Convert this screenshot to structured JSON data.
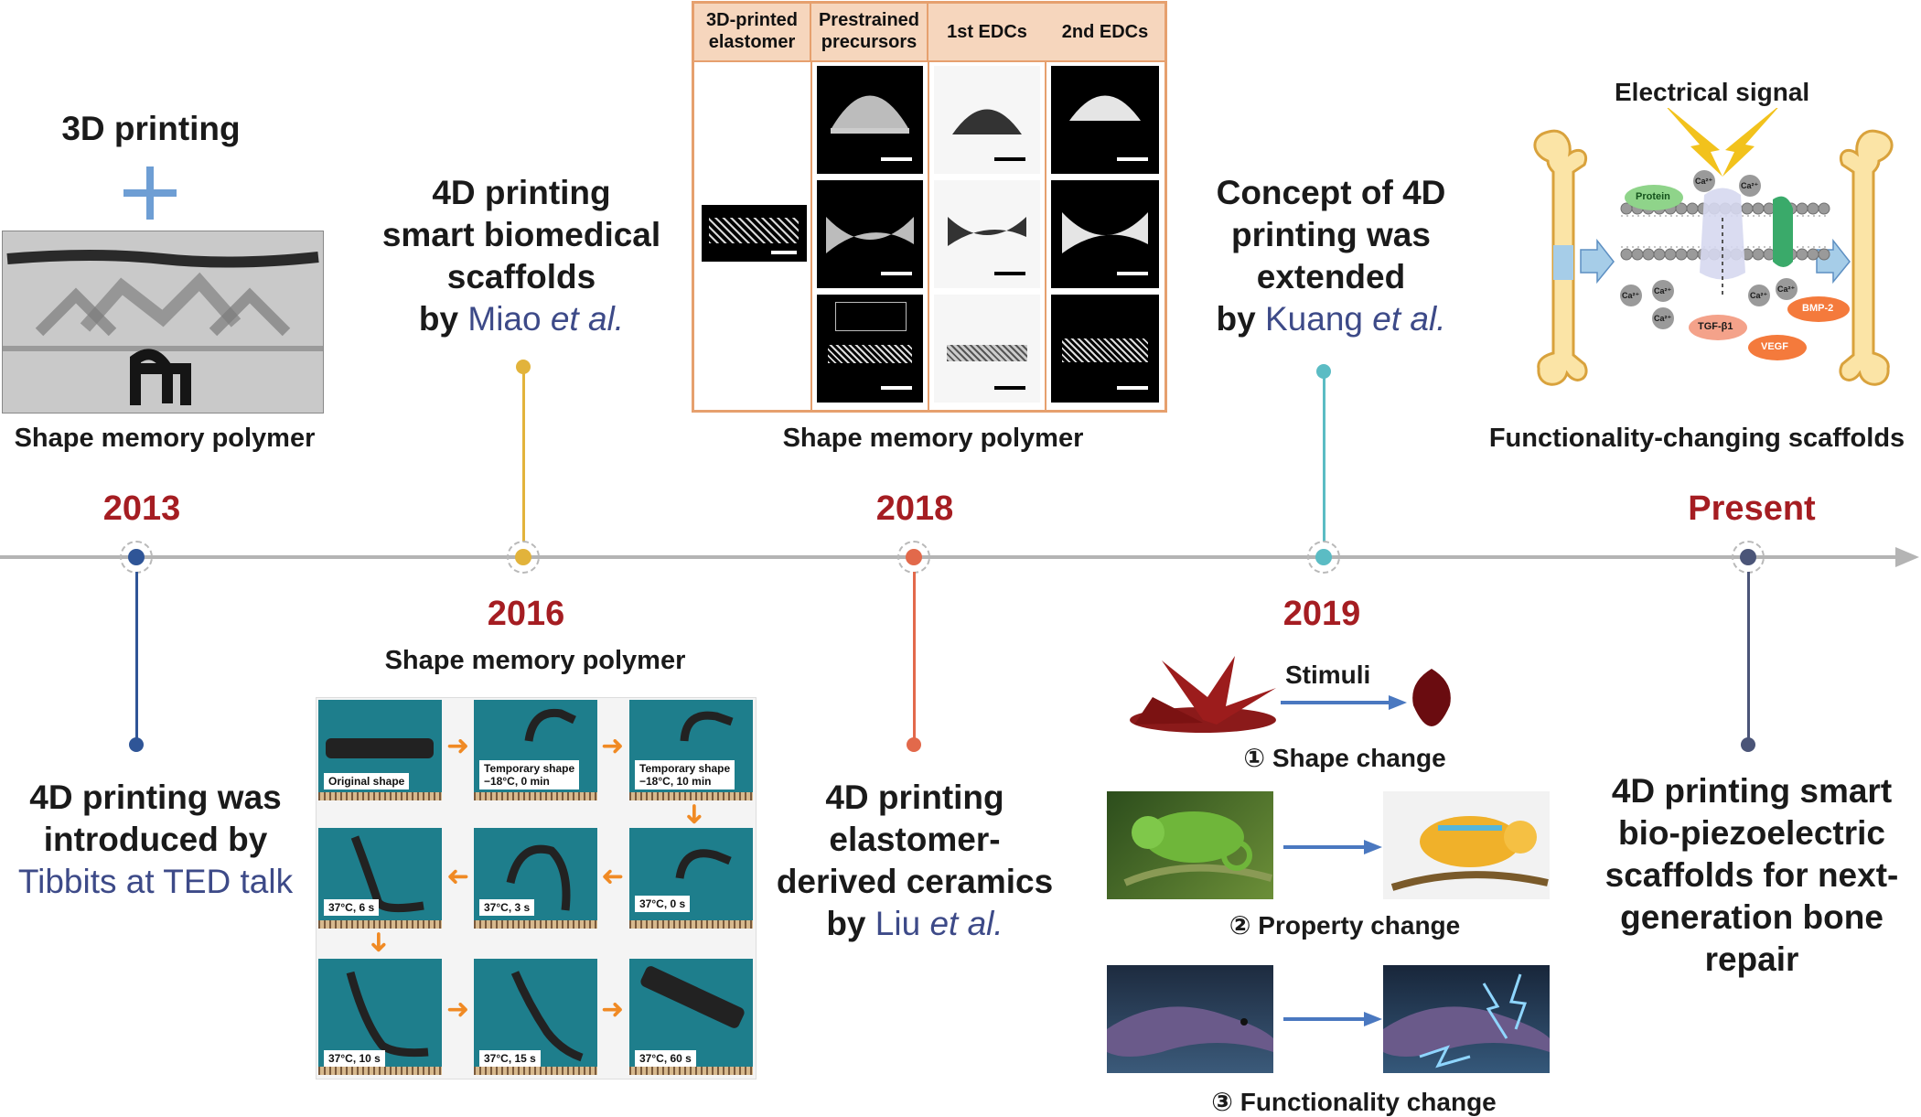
{
  "timeline": {
    "colors": {
      "axis": "#b4b4b4",
      "y2013": "#2f5597",
      "y2016": "#e2b33b",
      "y2018": "#e2694b",
      "y2019": "#5bbcc4",
      "present": "#4b5578",
      "year_text": "#a51d22",
      "author_text": "#3d4a88"
    },
    "events": {
      "e2013": {
        "year": "2013",
        "top_title": "3D printing",
        "plus": "+",
        "top_caption": "Shape memory polymer",
        "desc_lines": [
          "4D printing was",
          "introduced by"
        ],
        "desc_author": "Tibbits at TED talk"
      },
      "e2016": {
        "year": "2016",
        "top_lines": [
          "4D printing",
          "smart biomedical",
          "scaffolds"
        ],
        "top_by": "by ",
        "top_author": "Miao ",
        "top_etal": "et al.",
        "bottom_caption": "Shape memory polymer",
        "panels": [
          "Original shape",
          "Temporary shape\n−18°C, 0 min",
          "Temporary shape\n−18°C, 10 min",
          "37°C, 6 s",
          "37°C, 3 s",
          "37°C, 0 s",
          "37°C, 10 s",
          "37°C, 15 s",
          "37°C, 60 s"
        ]
      },
      "e2018": {
        "year": "2018",
        "headers": [
          "3D-printed\nelastomer",
          "Prestrained\nprecursors",
          "1st EDCs",
          "2nd EDCs"
        ],
        "top_caption": "Shape memory polymer",
        "desc_lines": [
          "4D printing",
          "elastomer-",
          "derived ceramics"
        ],
        "desc_by": "by ",
        "desc_author": "Liu ",
        "desc_etal": "et al."
      },
      "e2019": {
        "year": "2019",
        "top_lines": [
          "Concept of 4D",
          "printing was",
          "extended"
        ],
        "top_by": "by ",
        "top_author": "Kuang ",
        "top_etal": "et al.",
        "stimuli": "Stimuli",
        "changes": [
          "① Shape change",
          "②  Property change",
          "③   Functionality change"
        ]
      },
      "present": {
        "year": "Present",
        "signal": "Electrical signal",
        "top_caption": "Functionality-changing scaffolds",
        "molecules": [
          "Protein",
          "Ca²⁺",
          "Ca²⁺",
          "Ca²⁺",
          "Ca²⁺",
          "Ca²⁺",
          "Ca²⁺",
          "Ca²⁺",
          "BMP-2",
          "TGF-β1",
          "VEGF"
        ],
        "desc_lines": [
          "4D printing smart",
          "bio-piezoelectric",
          "scaffolds for next-",
          "generation bone",
          "repair"
        ]
      }
    }
  }
}
